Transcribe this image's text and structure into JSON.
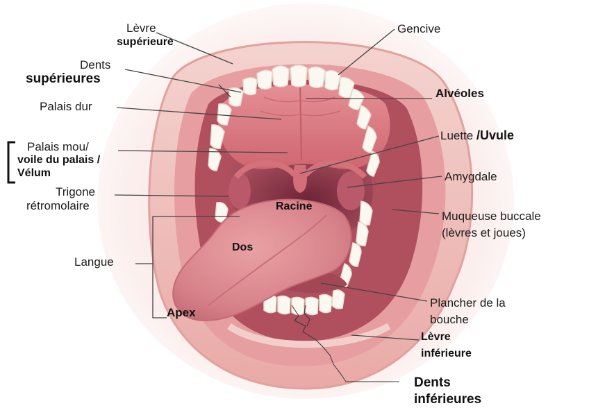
{
  "labels": {
    "levre_sup_1": "Lèvre",
    "levre_sup_2": "supérieure",
    "dents_sup_1": "Dents",
    "dents_sup_2": "supérieures",
    "palais_dur": "Palais dur",
    "palais_mou_1": "Palais mou/",
    "palais_mou_2": "voile du palais /",
    "palais_mou_3": "Vélum",
    "trigone_1": "Trigone",
    "trigone_2": "rétromolaire",
    "langue": "Langue",
    "apex": "Apex",
    "dos": "Dos",
    "racine": "Racine",
    "gencive": "Gencive",
    "alveoles": "Alvéoles",
    "luette": "Luette",
    "uvule": "/Uvule",
    "amygdale": "Amygdale",
    "muqueuse_1": "Muqueuse buccale",
    "muqueuse_2": "(lèvres et joues)",
    "plancher_1": "Plancher de la",
    "plancher_2": "bouche",
    "levre_inf_1": "Lèvre",
    "levre_inf_2": "inférieure",
    "dents_inf_1": "Dents",
    "dents_inf_2": "inférieures"
  },
  "colors": {
    "lip": "#f2c7c3",
    "gum": "#e8a0a2",
    "tooth": "#fbf8f2",
    "palate": "#d9767e",
    "throat": "#8e3c50",
    "tongue": "#d98389",
    "leader_line": "#444444"
  }
}
